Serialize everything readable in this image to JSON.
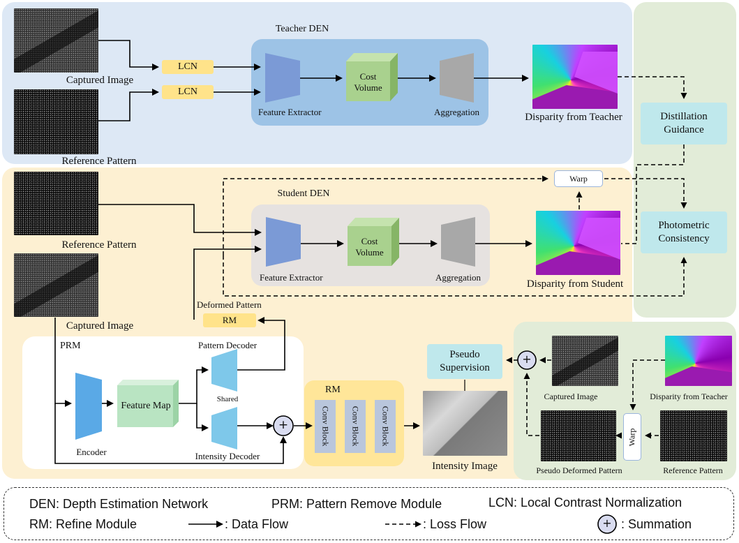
{
  "teacher": {
    "title": "Teacher DEN",
    "lcn1": "LCN",
    "lcn2": "LCN",
    "feature_extractor": "Feature Extractor",
    "cost_volume": "Cost Volume",
    "aggregation": "Aggregation",
    "captured_image": "Captured Image",
    "reference_pattern": "Reference Pattern",
    "disparity": "Disparity  from Teacher"
  },
  "right": {
    "distillation": "Distillation Guidance",
    "photometric": "Photometric Consistency"
  },
  "student": {
    "title": "Student DEN",
    "warp": "Warp",
    "feature_extractor": "Feature Extractor",
    "cost_volume": "Cost Volume",
    "aggregation": "Aggregation",
    "reference_pattern": "Reference Pattern",
    "captured_image": "Captured Image",
    "disparity": "Disparity  from Student",
    "deformed_pattern": "Deformed Pattern",
    "rm": "RM"
  },
  "prm": {
    "title": "PRM",
    "pattern_decoder": "Pattern Decoder",
    "shared": "Shared",
    "feature_map": "Feature Map",
    "encoder": "Encoder",
    "intensity_decoder": "Intensity Decoder",
    "sum": "+"
  },
  "refine": {
    "title": "RM",
    "blocks": [
      "Conv Block",
      "Conv Block",
      "Conv Block"
    ]
  },
  "pseudo": {
    "supervision": "Pseudo Supervision",
    "intensity_image": "Intensity Image",
    "sum": "+",
    "captured_image": "Captured Image",
    "disparity_teacher": "Disparity from Teacher",
    "warp": "Warp",
    "pseudo_deformed": "Pseudo Deformed Pattern",
    "reference_pattern": "Reference Pattern"
  },
  "legend": {
    "den": "DEN: Depth Estimation Network",
    "prm": "PRM: Pattern Remove Module",
    "lcn": "LCN: Local Contrast Normalization",
    "rm": "RM: Refine Module",
    "data_flow": ": Data Flow",
    "loss_flow": ": Loss Flow",
    "sum_symbol": "+",
    "summation": ": Summation"
  },
  "colors": {
    "teacher_bg": "#dde8f5",
    "teacher_den_bg": "#9dc3e6",
    "student_bg": "#fdf0d2",
    "student_den_bg": "#e6e2e0",
    "right_bg": "#e2ecd8",
    "extractor": "#7b9ad6",
    "aggregation": "#a8a8a8",
    "cost_volume": "#a9d18e",
    "lcn": "#ffe38a",
    "cyan_box": "#bfe8ec",
    "decoder": "#7ec8ea",
    "rm_bg": "#ffe699",
    "conv_block": "#b9c6dc"
  }
}
